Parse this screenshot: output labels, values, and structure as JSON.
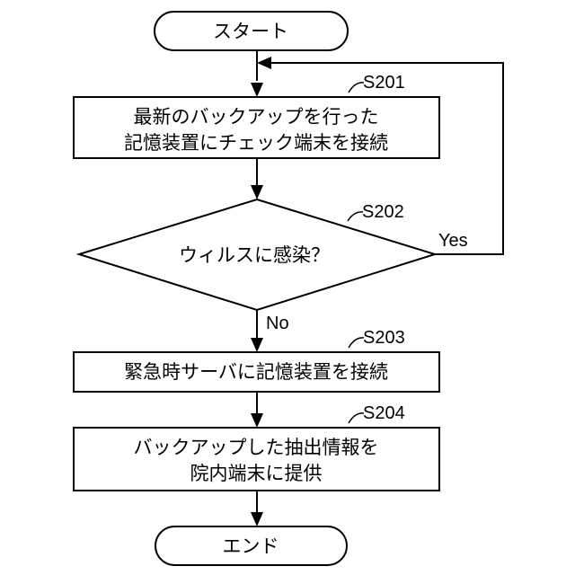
{
  "flowchart": {
    "start": {
      "label": "スタート"
    },
    "s201": {
      "step": "S201",
      "line1": "最新のバックアップを行った",
      "line2": "記憶装置にチェック端末を接続"
    },
    "s202": {
      "step": "S202",
      "question": "ウィルスに感染？",
      "yes_label": "Yes",
      "no_label": "No"
    },
    "s203": {
      "step": "S203",
      "line1": "緊急時サーバに記憶装置を接続"
    },
    "s204": {
      "step": "S204",
      "line1": "バックアップした抽出情報を",
      "line2": "院内端末に提供"
    },
    "end": {
      "label": "エンド"
    }
  }
}
